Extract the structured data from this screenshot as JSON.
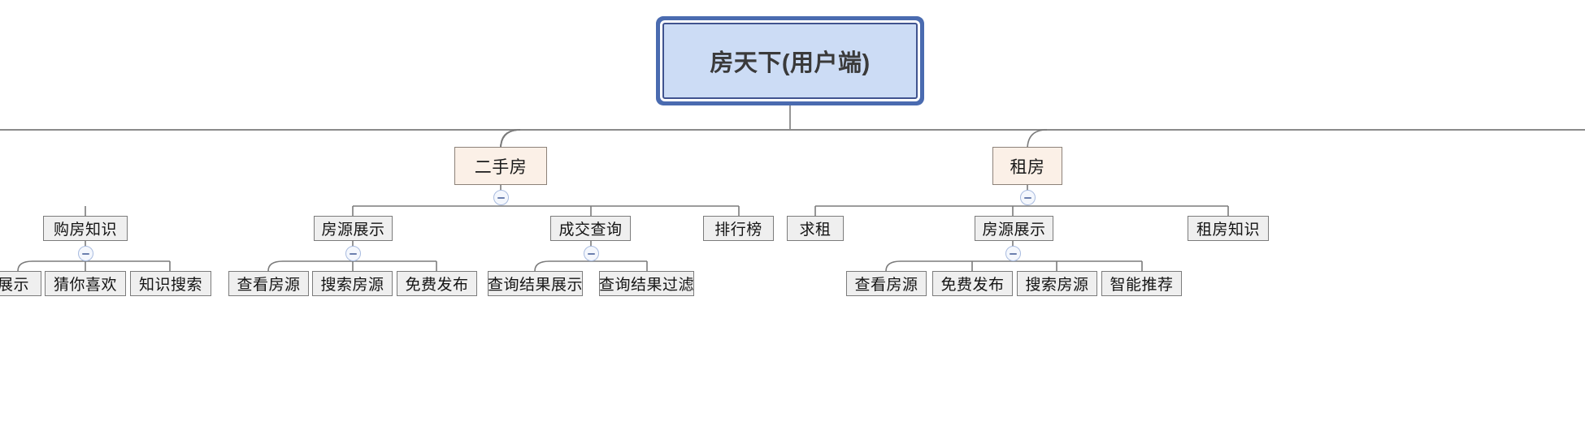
{
  "diagram": {
    "type": "mindmap-tree",
    "title": "房天下(用户端)",
    "colors": {
      "root_fill": "#ccdcf5",
      "root_border": "#4a6bb0",
      "level2_fill": "#fbf0e7",
      "level2_border": "#8d8279",
      "node_fill": "#efefef",
      "node_border": "#7c7c7c",
      "edge": "#7b7b7b",
      "collapse_border": "#a8bbdf"
    },
    "root": {
      "label": "房天下(用户端)"
    },
    "level2": [
      {
        "label": "二手房"
      },
      {
        "label": "租房"
      }
    ],
    "level3": [
      {
        "label": "购房知识"
      },
      {
        "label": "房源展示"
      },
      {
        "label": "成交查询"
      },
      {
        "label": "排行榜"
      },
      {
        "label": "求租"
      },
      {
        "label": "房源展示"
      },
      {
        "label": "租房知识"
      }
    ],
    "leaves": [
      {
        "label": "展示"
      },
      {
        "label": "猜你喜欢"
      },
      {
        "label": "知识搜索"
      },
      {
        "label": "查看房源"
      },
      {
        "label": "搜索房源"
      },
      {
        "label": "免费发布"
      },
      {
        "label": "查询结果展示"
      },
      {
        "label": "查询结果过滤"
      },
      {
        "label": "查看房源"
      },
      {
        "label": "免费发布"
      },
      {
        "label": "搜索房源"
      },
      {
        "label": "智能推荐"
      }
    ],
    "collapse_icon": "minus-icon"
  }
}
